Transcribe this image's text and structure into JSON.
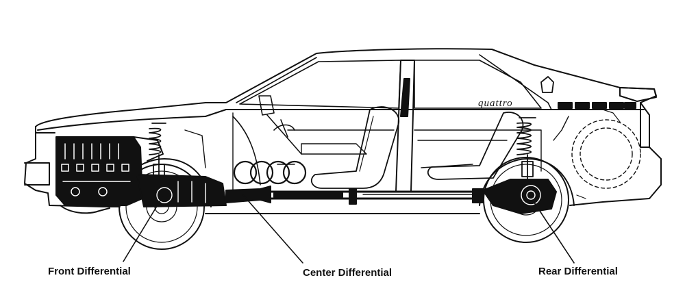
{
  "badge": {
    "model": "quattro"
  },
  "labels": {
    "front": "Front Differential",
    "center": "Center Differential",
    "rear": "Rear Differential"
  },
  "colors": {
    "ink": "#111111",
    "paper": "#ffffff"
  }
}
